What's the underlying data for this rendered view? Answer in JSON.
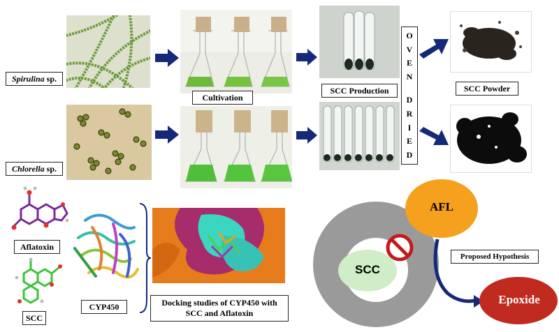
{
  "labels": {
    "spirulina_name": "Spirulina",
    "spirulina_suffix": " sp.",
    "chlorella_name": "Chlorella",
    "chlorella_suffix": " sp.",
    "cultivation": "Cultivation",
    "scc_production": "SCC Production",
    "oven_dried_letters": [
      "O",
      "V",
      "E",
      "N",
      "",
      "D",
      "R",
      "I",
      "E",
      "D"
    ],
    "scc_powder": "SCC Powder",
    "aflatoxin": "Aflatoxin",
    "scc_molecule": "SCC",
    "cyp450": "CYP450",
    "docking_line1": "Docking studies of CYP450 with",
    "docking_line2": "SCC and Aflatoxin",
    "afl": "AFL",
    "scc_center": "SCC",
    "proposed_hypothesis": "Proposed Hypothesis",
    "epoxide": "Epoxide"
  },
  "colors": {
    "arrow": "#142a78",
    "afl": "#f5a11d",
    "scc_ellipse": "#cfeec7",
    "epoxide": "#c12a1f",
    "ring": "#9a9a9a",
    "no_sign": "#c41a1a"
  },
  "icons": [
    "arrow-right-icon",
    "no-entry-icon",
    "curved-arrow-icon"
  ]
}
